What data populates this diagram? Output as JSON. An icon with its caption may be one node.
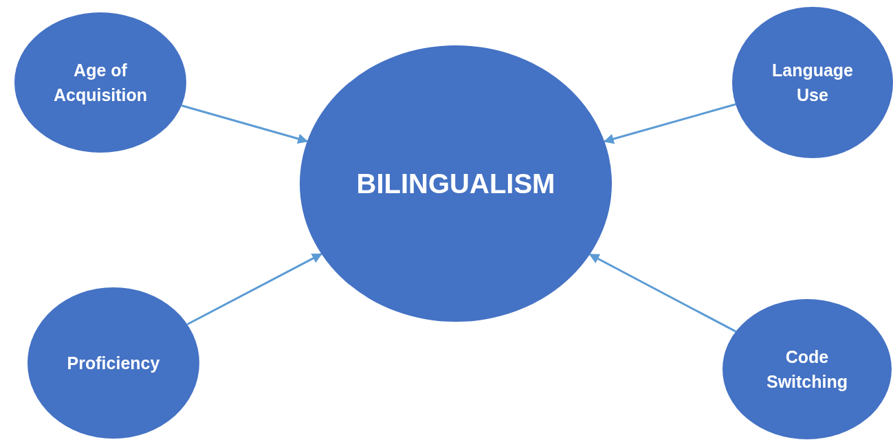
{
  "diagram": {
    "nodes": [
      {
        "text": [
          "BILINGUALISM"
        ]
      },
      {
        "text": [
          "Age of Acquisition"
        ]
      },
      {
        "text": [
          "Language Use"
        ]
      },
      {
        "text": [
          "Proficiency"
        ]
      },
      {
        "text": [
          "Code Switching"
        ]
      }
    ],
    "edges": [
      {
        "from": 1,
        "to": 0,
        "arrow": "to"
      },
      {
        "from": 2,
        "to": 0,
        "arrow": "to"
      },
      {
        "from": 3,
        "to": 0,
        "arrow": "to"
      },
      {
        "from": 4,
        "to": 0,
        "arrow": "to"
      }
    ]
  }
}
